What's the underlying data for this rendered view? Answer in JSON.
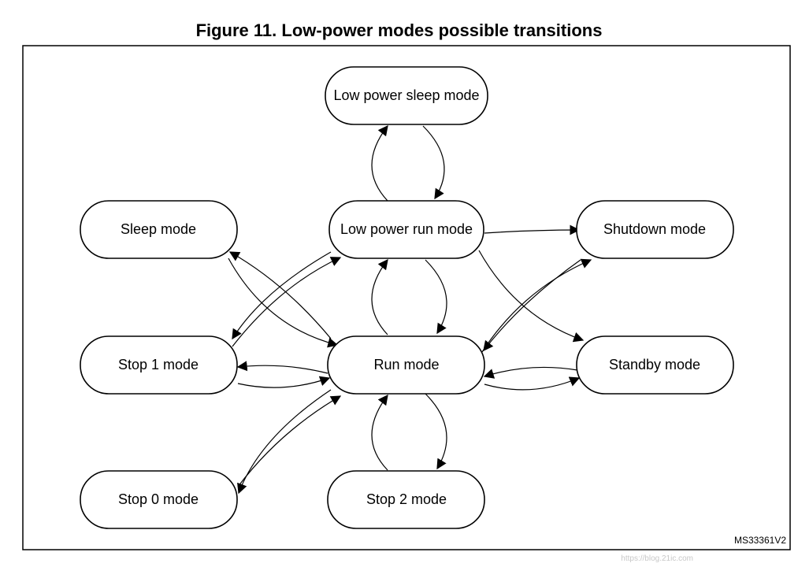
{
  "title": "Figure 11. Low-power modes possible transitions",
  "document_code": "MS33361V2",
  "watermark": "https://blog.21ic.com",
  "nodes": {
    "lp_sleep": "Low power sleep mode",
    "lp_run": "Low power run mode",
    "sleep": "Sleep mode",
    "shutdown": "Shutdown mode",
    "stop1": "Stop 1 mode",
    "run": "Run mode",
    "standby": "Standby mode",
    "stop0": "Stop 0 mode",
    "stop2": "Stop 2 mode"
  }
}
